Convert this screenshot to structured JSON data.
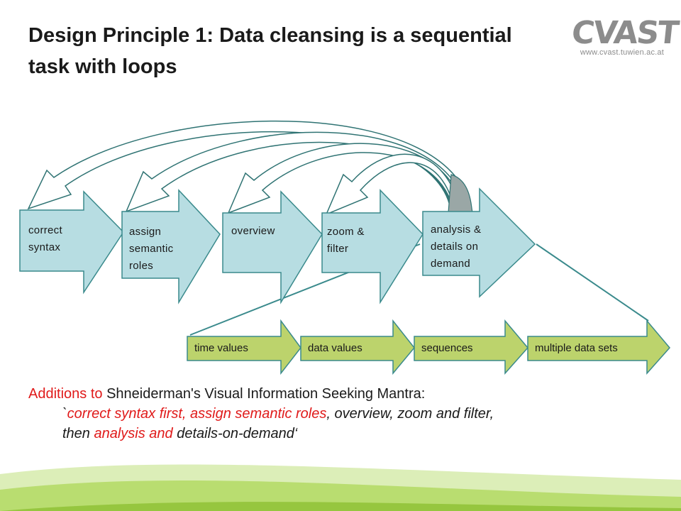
{
  "title": "Design Principle 1: Data cleansing is a sequential task with loops",
  "logo": {
    "wordmark": "CVAST",
    "url": "www.cvast.tuwien.ac.at"
  },
  "stages": [
    {
      "line1": "correct",
      "line2": "syntax",
      "line3": ""
    },
    {
      "line1": "assign",
      "line2": "semantic",
      "line3": "roles"
    },
    {
      "line1": "overview",
      "line2": "",
      "line3": ""
    },
    {
      "line1": "zoom &",
      "line2": "filter",
      "line3": ""
    },
    {
      "line1": "analysis &",
      "line2": "details on",
      "line3": "demand"
    }
  ],
  "substeps": [
    "time values",
    "data values",
    "sequences",
    "multiple data sets"
  ],
  "caption": {
    "part1": "Additions to",
    "part2": " Shneiderman's Visual Information Seeking Mantra:",
    "quote_open": "`",
    "red1": "correct syntax first, assign semantic roles",
    "dark1": ", overview, zoom and filter,",
    "dark2": "then ",
    "red2": "analysis and",
    "dark3": " details-on-demand‘"
  },
  "colors": {
    "stage_fill": "#b7dde2",
    "stage_stroke": "#3a8a8c",
    "loop_fill": "#ffffff",
    "loop_stroke": "#2f7373",
    "loop_fill_tail": "#9aa7a6",
    "sub_fill": "#bcd36c",
    "sub_stroke": "#3a8a8c",
    "accent_red": "#e01a1a",
    "footer_green": "#9ccf35"
  }
}
